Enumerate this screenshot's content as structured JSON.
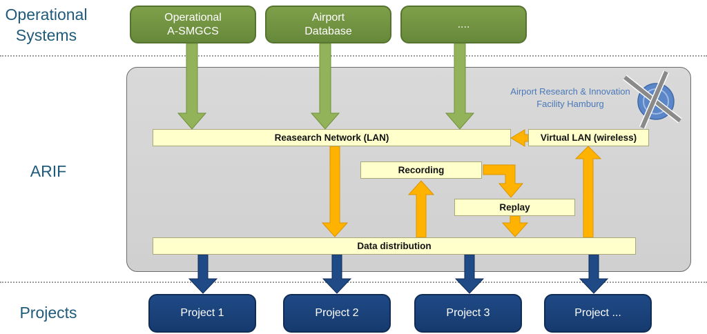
{
  "labels": {
    "operational": "Operational\nSystems",
    "arif": "ARIF",
    "projects": "Projects"
  },
  "sources": [
    {
      "label": "Operational\nA-SMGCS"
    },
    {
      "label": "Airport\nDatabase"
    },
    {
      "label": "...."
    }
  ],
  "arif": {
    "research_network": "Reasearch Network (LAN)",
    "virtual_lan": "Virtual LAN (wireless)",
    "recording": "Recording",
    "replay": "Replay",
    "data_distribution": "Data distribution",
    "facility_line1": "Airport Research & Innovation",
    "facility_line2": "Facility Hamburg"
  },
  "projects": [
    {
      "label": "Project 1"
    },
    {
      "label": "Project 2"
    },
    {
      "label": "Project 3"
    },
    {
      "label": "Project ..."
    }
  ],
  "colors": {
    "green": "#77993f",
    "yellow_arrow": "#ffb300",
    "navy": "#1f4a86",
    "panel": "#d6d6d6",
    "bar": "#ffffcc"
  }
}
